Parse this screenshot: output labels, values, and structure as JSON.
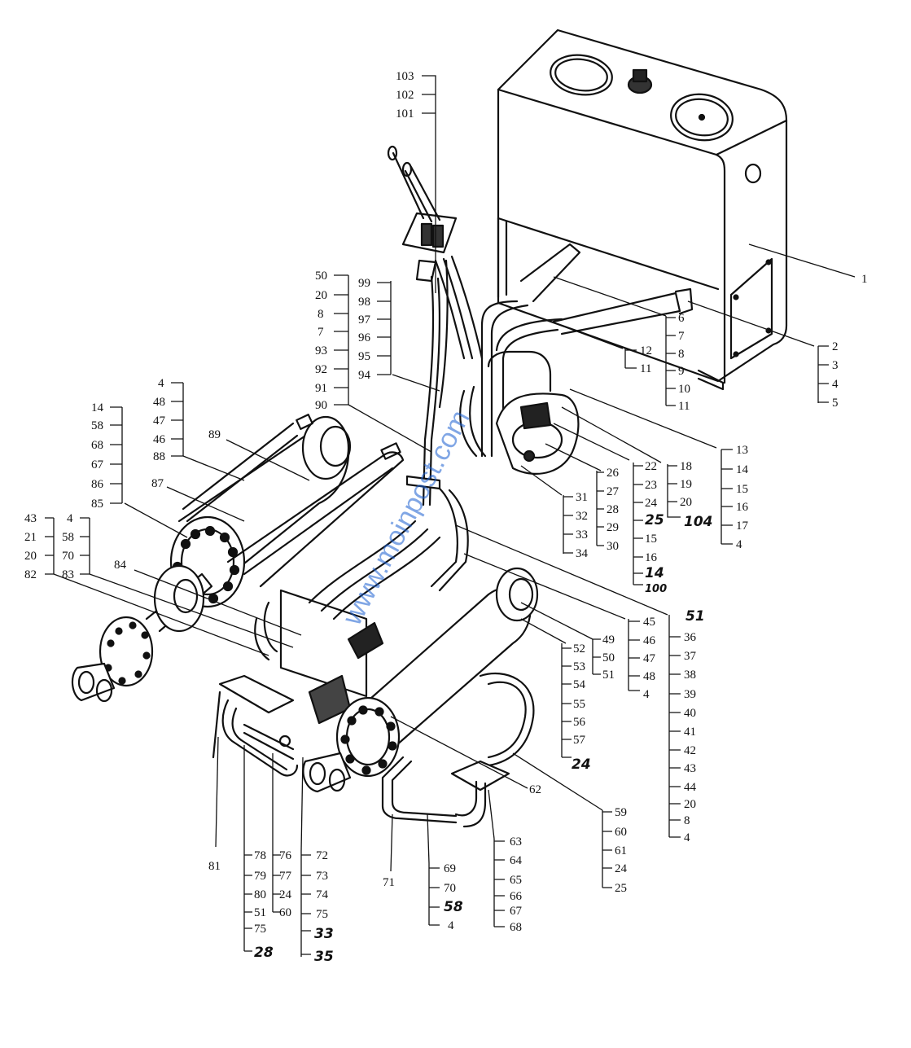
{
  "colors": {
    "ink": "#111111",
    "paper": "#ffffff",
    "watermark": "#1a5fd0"
  },
  "watermark": {
    "text": "www.moinpost.com"
  },
  "callouts": [
    {
      "id": "tank-top-left",
      "labels": [
        "103",
        "102",
        "101"
      ]
    },
    {
      "id": "tank-main",
      "labels": [
        "1"
      ]
    },
    {
      "id": "tank-right-2",
      "labels": [
        "2",
        "3",
        "4",
        "5"
      ]
    },
    {
      "id": "tank-right-6",
      "labels": [
        "6",
        "7",
        "8",
        "9",
        "10",
        "11"
      ]
    },
    {
      "id": "tank-right-12",
      "labels": [
        "12",
        "11"
      ]
    },
    {
      "id": "pump-13",
      "labels": [
        "13",
        "14",
        "15",
        "16",
        "17",
        "4"
      ]
    },
    {
      "id": "pump-18",
      "labels": [
        "18",
        "19",
        "20",
        "104"
      ]
    },
    {
      "id": "pump-22",
      "labels": [
        "22",
        "23",
        "24",
        "25",
        "15",
        "16",
        "14",
        "100"
      ]
    },
    {
      "id": "pump-26",
      "labels": [
        "26",
        "27",
        "28",
        "29",
        "30"
      ]
    },
    {
      "id": "pump-31",
      "labels": [
        "31",
        "32",
        "33",
        "34"
      ]
    },
    {
      "id": "hose-50",
      "labels": [
        "50",
        "20",
        "8",
        "7",
        "93",
        "92",
        "91",
        "90"
      ]
    },
    {
      "id": "hose-99",
      "labels": [
        "99",
        "98",
        "97",
        "96",
        "95",
        "94"
      ]
    },
    {
      "id": "left-4",
      "labels": [
        "4",
        "48",
        "47",
        "46",
        "88"
      ]
    },
    {
      "id": "left-14",
      "labels": [
        "14",
        "58",
        "68",
        "67",
        "86",
        "85"
      ]
    },
    {
      "id": "left-89",
      "labels": [
        "89"
      ]
    },
    {
      "id": "left-87",
      "labels": [
        "87"
      ]
    },
    {
      "id": "left-43",
      "labels": [
        "43",
        "21",
        "20",
        "82"
      ]
    },
    {
      "id": "left-4b",
      "labels": [
        "4",
        "58",
        "70",
        "83"
      ]
    },
    {
      "id": "left-84",
      "labels": [
        "84"
      ]
    },
    {
      "id": "right-51",
      "labels": [
        "51",
        "36",
        "37",
        "38",
        "39",
        "40",
        "41",
        "42",
        "43",
        "44",
        "20",
        "8",
        "4"
      ]
    },
    {
      "id": "right-45",
      "labels": [
        "45",
        "46",
        "47",
        "48",
        "4"
      ]
    },
    {
      "id": "right-49",
      "labels": [
        "49",
        "50",
        "51"
      ]
    },
    {
      "id": "right-52",
      "labels": [
        "52",
        "53",
        "54",
        "55",
        "56",
        "57",
        "24"
      ]
    },
    {
      "id": "right-62",
      "labels": [
        "62"
      ]
    },
    {
      "id": "right-59",
      "labels": [
        "59",
        "60",
        "61",
        "24",
        "25"
      ]
    },
    {
      "id": "bottom-63",
      "labels": [
        "63",
        "64",
        "65",
        "66",
        "67",
        "68"
      ]
    },
    {
      "id": "bottom-69",
      "labels": [
        "69",
        "70",
        "58",
        "4"
      ]
    },
    {
      "id": "bottom-71",
      "labels": [
        "71"
      ]
    },
    {
      "id": "bottom-72",
      "labels": [
        "72",
        "73",
        "74",
        "75",
        "33",
        "35"
      ]
    },
    {
      "id": "bottom-76",
      "labels": [
        "76",
        "77",
        "24",
        "60"
      ]
    },
    {
      "id": "bottom-78",
      "labels": [
        "78",
        "79",
        "80",
        "51",
        "75",
        "28"
      ]
    },
    {
      "id": "bottom-81",
      "labels": [
        "81"
      ]
    }
  ]
}
